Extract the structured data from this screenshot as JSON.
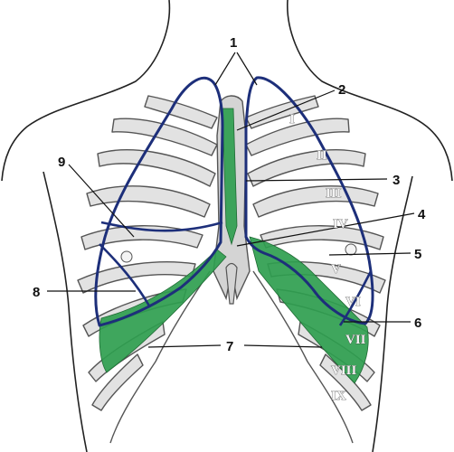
{
  "figure": {
    "callouts": [
      {
        "id": "1",
        "text": "1"
      },
      {
        "id": "2",
        "text": "2"
      },
      {
        "id": "3",
        "text": "3"
      },
      {
        "id": "4",
        "text": "4"
      },
      {
        "id": "5",
        "text": "5"
      },
      {
        "id": "6",
        "text": "6"
      },
      {
        "id": "7",
        "text": "7"
      },
      {
        "id": "8",
        "text": "8"
      },
      {
        "id": "9",
        "text": "9"
      }
    ],
    "rib_numerals": [
      "I",
      "II",
      "III",
      "IV",
      "V",
      "VI",
      "VII",
      "VIII",
      "IX"
    ],
    "colors": {
      "lung_outline": "#1d2f7a",
      "pleura_fill": "#2f9e4f",
      "rib_fill": "#e2e2e2",
      "rib_stroke": "#555555",
      "body_outline": "#222222"
    }
  }
}
